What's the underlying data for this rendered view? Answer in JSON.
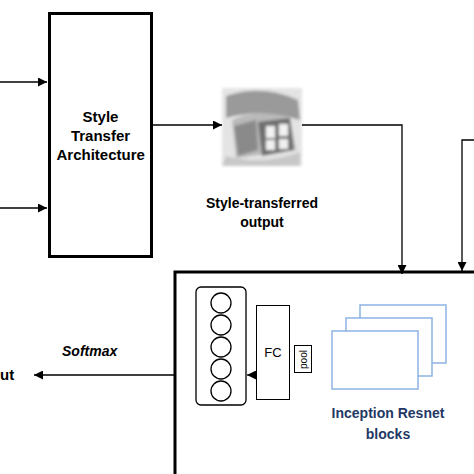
{
  "diagram": {
    "nodes": [
      {
        "text": [
          "Style Transfer Architecture"
        ]
      },
      {
        "text": [
          "Style-transferred output"
        ]
      },
      {
        "text": [
          "FC"
        ]
      },
      {
        "text": [
          "pool"
        ]
      },
      {
        "text": [
          "Inception Resnet blocks"
        ]
      }
    ],
    "edges": [
      {
        "from": 0,
        "to": 1,
        "arrow": "to"
      },
      {
        "from": 1,
        "to": 4,
        "arrow": "to"
      }
    ],
    "labels": [
      "Softmax",
      "ut"
    ]
  }
}
